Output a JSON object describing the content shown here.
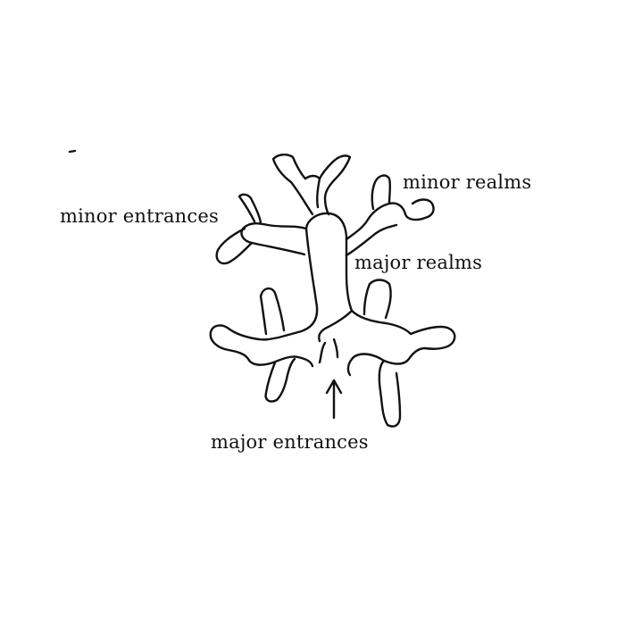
{
  "labels": {
    "minor_entrances": "minor entrances",
    "minor_realms": "minor realms",
    "major_realms": "major realms",
    "major_entrances": "major entrances"
  }
}
